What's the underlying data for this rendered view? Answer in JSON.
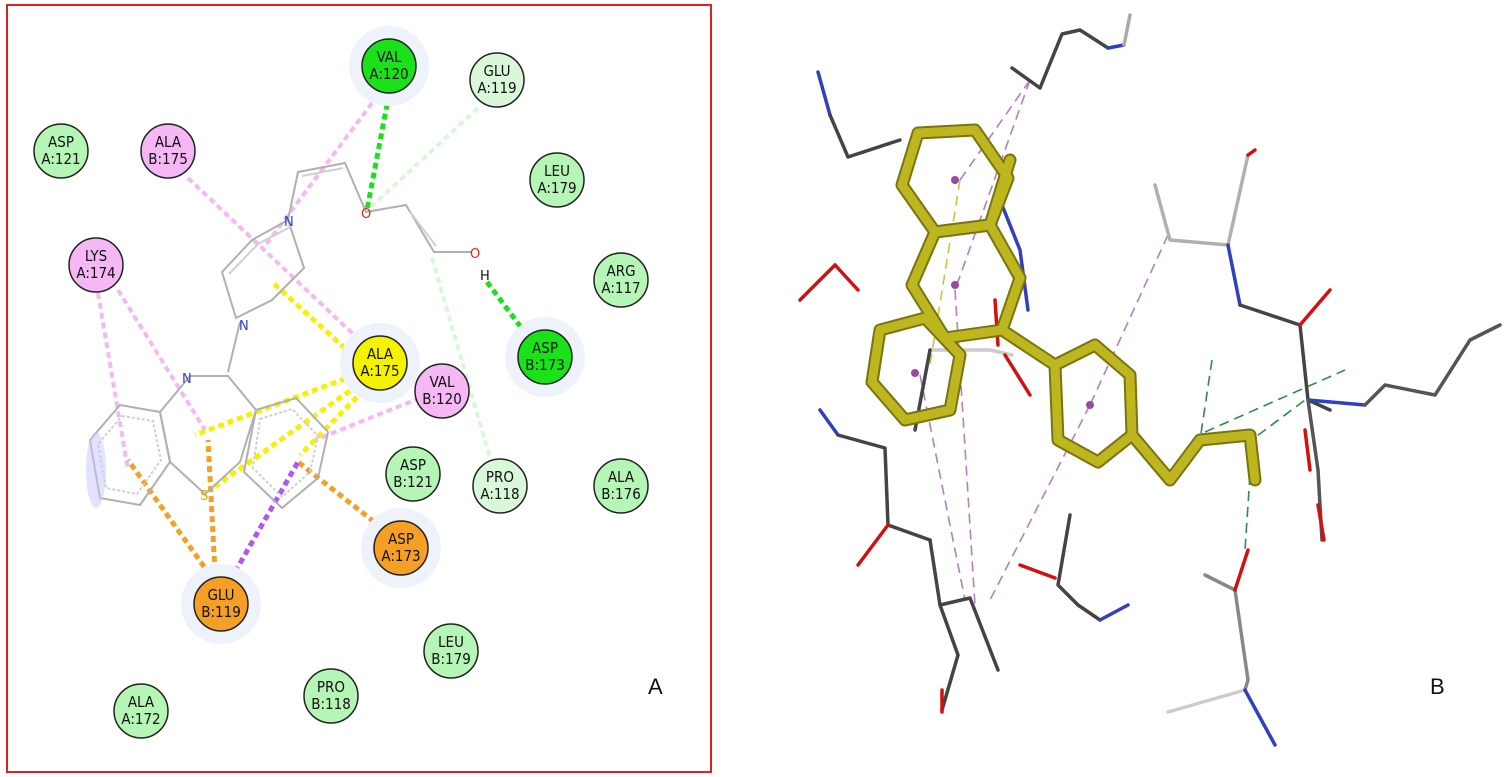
{
  "panel_a": {
    "label": "A",
    "residues": [
      {
        "id": "val_a120",
        "lines": [
          "VAL",
          "A:120"
        ],
        "kind": "hbond"
      },
      {
        "id": "glu_a119",
        "lines": [
          "GLU",
          "A:119"
        ],
        "kind": "ch_bond"
      },
      {
        "id": "asp_a121",
        "lines": [
          "ASP",
          "A:121"
        ],
        "kind": "vdw"
      },
      {
        "id": "ala_b175",
        "lines": [
          "ALA",
          "B:175"
        ],
        "kind": "alkyl"
      },
      {
        "id": "leu_a179",
        "lines": [
          "LEU",
          "A:179"
        ],
        "kind": "vdw"
      },
      {
        "id": "lys_a174",
        "lines": [
          "LYS",
          "A:174"
        ],
        "kind": "alkyl"
      },
      {
        "id": "arg_a117",
        "lines": [
          "ARG",
          "A:117"
        ],
        "kind": "vdw"
      },
      {
        "id": "asp_b173",
        "lines": [
          "ASP",
          "B:173"
        ],
        "kind": "hbond"
      },
      {
        "id": "ala_a175",
        "lines": [
          "ALA",
          "A:175"
        ],
        "kind": "pi_sulfur"
      },
      {
        "id": "val_b120",
        "lines": [
          "VAL",
          "B:120"
        ],
        "kind": "alkyl"
      },
      {
        "id": "asp_b121",
        "lines": [
          "ASP",
          "B:121"
        ],
        "kind": "vdw"
      },
      {
        "id": "pro_a118",
        "lines": [
          "PRO",
          "A:118"
        ],
        "kind": "ch_bond"
      },
      {
        "id": "ala_b176",
        "lines": [
          "ALA",
          "B:176"
        ],
        "kind": "vdw"
      },
      {
        "id": "asp_a173",
        "lines": [
          "ASP",
          "A:173"
        ],
        "kind": "pi_anion"
      },
      {
        "id": "glu_b119",
        "lines": [
          "GLU",
          "B:119"
        ],
        "kind": "pi_anion"
      },
      {
        "id": "leu_b179",
        "lines": [
          "LEU",
          "B:179"
        ],
        "kind": "vdw"
      },
      {
        "id": "pro_b118",
        "lines": [
          "PRO",
          "B:118"
        ],
        "kind": "vdw"
      },
      {
        "id": "ala_a172",
        "lines": [
          "ALA",
          "A:172"
        ],
        "kind": "vdw"
      }
    ],
    "atoms": {
      "oxygen_1": "O",
      "oxygen_2": "O",
      "hydrogen": "H",
      "nitrogen_1": "N",
      "nitrogen_2": "N",
      "nitrogen_3": "N",
      "sulfur": "S"
    },
    "colors": {
      "vdw": "#b5f5b5",
      "hbond": "#19e219",
      "ch_bond": "#d9f7d9",
      "alkyl": "#f5b8f5",
      "pi_sulfur": "#f5f200",
      "pi_anion": "#f5a024",
      "pi_sigma": "#b255f5",
      "frame": "#e02020"
    }
  },
  "panel_b": {
    "label": "B",
    "colors": {
      "ligand": "#bdb61e",
      "ligand_dark": "#7a7410",
      "protein": "#3f3f3f",
      "oxygen": "#d21010",
      "nitrogen": "#3040c0",
      "hbond_dash": "#2f8a4f",
      "pi_dash": "#b080c0"
    }
  }
}
